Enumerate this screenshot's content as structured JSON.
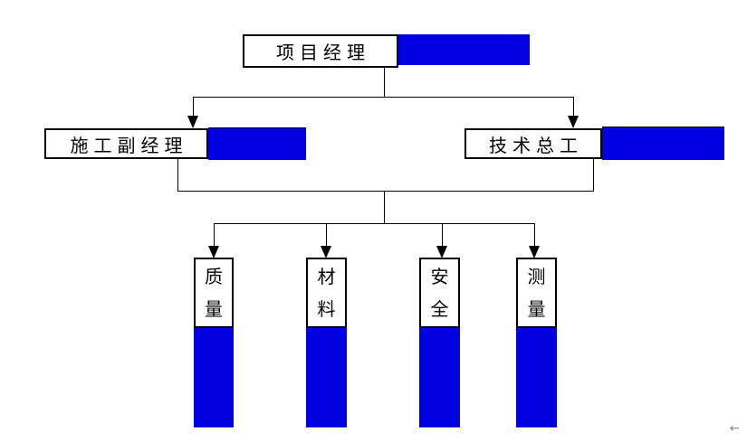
{
  "diagram": {
    "type": "org-chart",
    "colors": {
      "accent_blue": "#0000e0",
      "line_black": "#000000",
      "box_fill": "#ffffff"
    },
    "level1": {
      "label": "项目经理"
    },
    "level2": [
      {
        "id": "construction-deputy-manager",
        "label": "施工副经理"
      },
      {
        "id": "chief-technical-engineer",
        "label": "技术总工"
      }
    ],
    "level3": [
      {
        "id": "quality",
        "label": "质量",
        "chars": [
          "质",
          "量"
        ]
      },
      {
        "id": "materials",
        "label": "材料",
        "chars": [
          "材",
          "料"
        ]
      },
      {
        "id": "safety",
        "label": "安全",
        "chars": [
          "安",
          "全"
        ]
      },
      {
        "id": "survey",
        "label": "测量",
        "chars": [
          "测",
          "量"
        ]
      }
    ],
    "stray_mark": "←"
  }
}
